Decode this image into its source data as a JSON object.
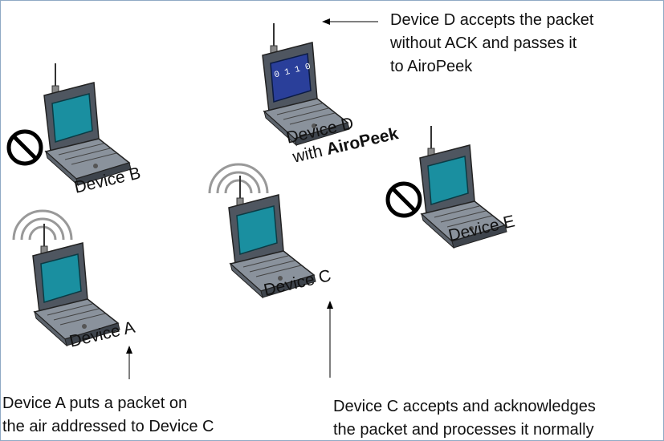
{
  "devices": {
    "a": {
      "label": "Device A"
    },
    "b": {
      "label": "Device B"
    },
    "c": {
      "label": "Device C"
    },
    "d": {
      "label_line1": "Device D",
      "label_line2_prefix": "with ",
      "label_line2_bold": "AiroPeek",
      "screen_text": "0 1 1 0"
    },
    "e": {
      "label": "Device E"
    }
  },
  "notes": {
    "d": [
      "Device D accepts the packet",
      "without ACK and passes it",
      "to AiroPeek"
    ],
    "a": [
      "Device A puts a packet on",
      "the air addressed to Device C"
    ],
    "c": [
      "Device C accepts and acknowledges",
      "the packet and processes it normally"
    ]
  },
  "colors": {
    "screen": "#1a8fa0",
    "screen_d": "#2a3f9a",
    "laptop_body": "#4f5660",
    "laptop_light": "#8a929c",
    "waves": "#999999"
  }
}
